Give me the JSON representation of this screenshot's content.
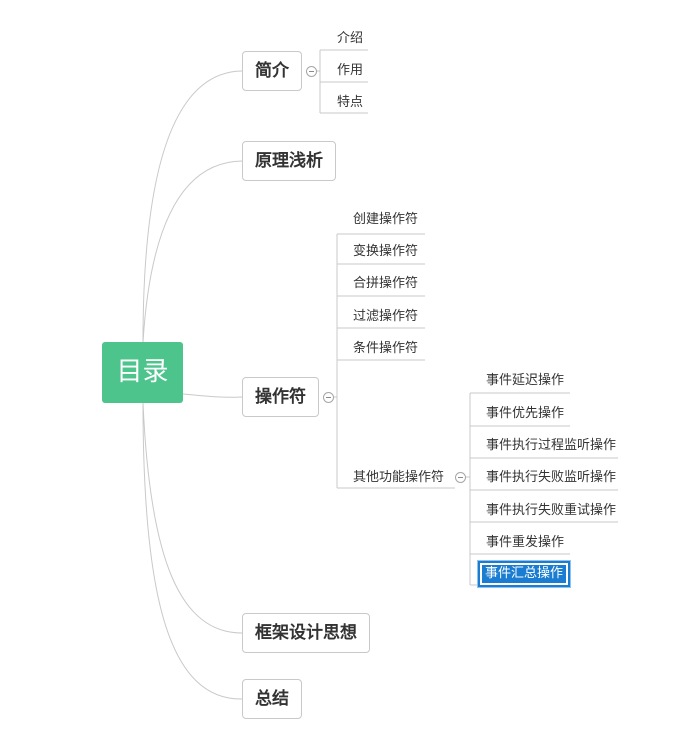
{
  "root": {
    "label": "目录"
  },
  "branches": {
    "intro": {
      "label": "简介",
      "children": [
        "介绍",
        "作用",
        "特点"
      ]
    },
    "principle": {
      "label": "原理浅析"
    },
    "operators": {
      "label": "操作符",
      "children": [
        "创建操作符",
        "变换操作符",
        "合拼操作符",
        "过滤操作符",
        "条件操作符"
      ],
      "other": {
        "label": "其他功能操作符",
        "children": [
          "事件延迟操作",
          "事件优先操作",
          "事件执行过程监听操作",
          "事件执行失败监听操作",
          "事件执行失败重试操作",
          "事件重发操作",
          "事件汇总操作"
        ]
      }
    },
    "framework": {
      "label": "框架设计思想"
    },
    "summary": {
      "label": "总结"
    }
  },
  "colors": {
    "root": "#4ec48d",
    "line": "#c9c9c9",
    "selected": "#1b7dd1"
  }
}
